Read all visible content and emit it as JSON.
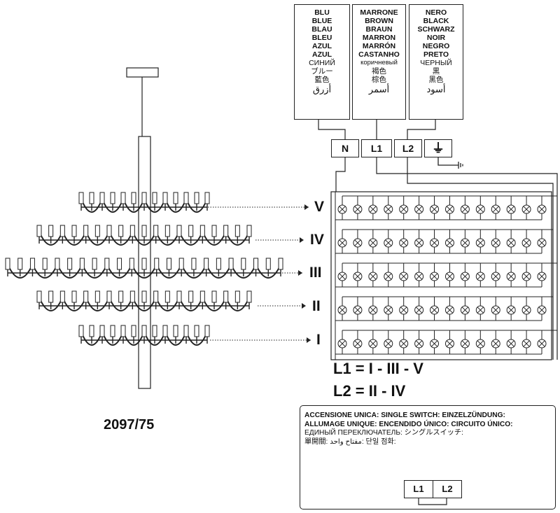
{
  "wire_colors": [
    {
      "terminal": "N",
      "lines": [
        "BLU",
        "BLUE",
        "BLAU",
        "BLEU",
        "AZUL",
        "AZUL",
        "СИНИЙ",
        "ブルー",
        "藍色",
        "أزرق"
      ]
    },
    {
      "terminal": "L1",
      "lines": [
        "MARRONE",
        "BROWN",
        "BRAUN",
        "MARRON",
        "MARRÓN",
        "CASTANHO",
        "коричневый",
        "褐色",
        "棕色",
        "أسمر"
      ]
    },
    {
      "terminal": "L2",
      "lines": [
        "NERO",
        "BLACK",
        "SCHWARZ",
        "NOIR",
        "NEGRO",
        "PRETO",
        "ЧЕРНЫЙ",
        "黒",
        "黑色",
        "أسود"
      ]
    }
  ],
  "terminals": [
    "N",
    "L1",
    "L2",
    "⏚"
  ],
  "circuits": [
    {
      "label": "V",
      "lamps": 14
    },
    {
      "label": "IV",
      "lamps": 14
    },
    {
      "label": "III",
      "lamps": 14
    },
    {
      "label": "II",
      "lamps": 14
    },
    {
      "label": "I",
      "lamps": 14
    }
  ],
  "formulas": {
    "l1": "L1 = I - III - V",
    "l2": "L2 = II - IV"
  },
  "model": "2097/75",
  "switch_note": {
    "lines": [
      "ACCENSIONE UNICA:  SINGLE SWITCH:  EINZELZÜNDUNG:",
      "ALLUMAGE UNIQUE:  ENCENDIDO ÚNICO: CIRCUITO ÚNICO:",
      "ЕДИНЫЙ ПЕРЕКЛЮЧАТЕЛЬ:  シングルスイッチ:",
      "單開關: مفتاح واحد:  단일 점화:"
    ],
    "terminals": [
      "L1",
      "L2"
    ]
  }
}
